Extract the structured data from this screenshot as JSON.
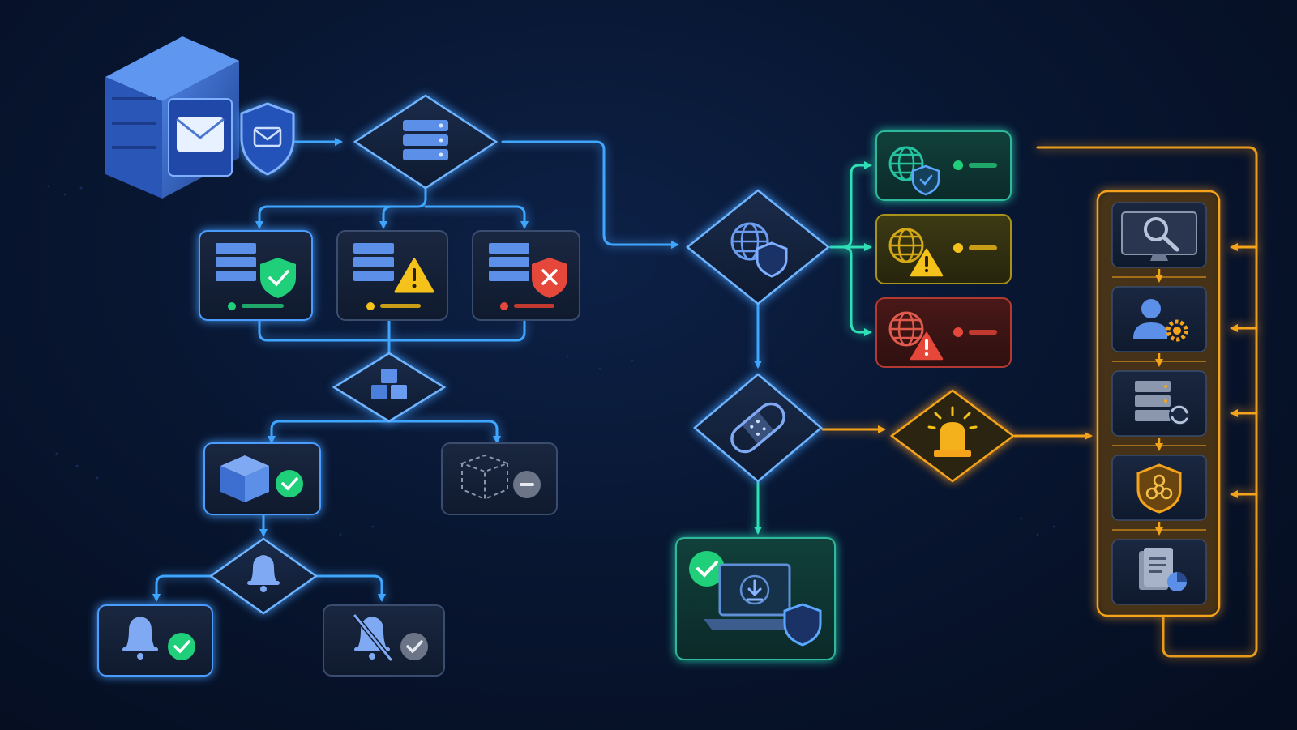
{
  "colors": {
    "background": "#081631",
    "flow_blue": "#3ea6ff",
    "flow_teal": "#2fe0b6",
    "flow_orange": "#f5a31a",
    "status_ok": "#1fcf7a",
    "status_warn": "#f4c21b",
    "status_error": "#e5483b",
    "status_neutral": "#6b7587",
    "icon_blue": "#5b8fe8"
  },
  "nodes": [
    {
      "id": "mail-server",
      "icon": "mail-server-icon"
    },
    {
      "id": "server-decision",
      "icon": "server-stack-icon"
    },
    {
      "id": "server-ok",
      "icon": "server-shield-check-icon",
      "status": "ok"
    },
    {
      "id": "server-warning",
      "icon": "server-warning-icon",
      "status": "warning"
    },
    {
      "id": "server-error",
      "icon": "server-shield-x-icon",
      "status": "error"
    },
    {
      "id": "package-decision",
      "icon": "cubes-icon"
    },
    {
      "id": "package-ok",
      "icon": "package-check-icon",
      "status": "ok"
    },
    {
      "id": "package-missing",
      "icon": "dashed-box-icon",
      "status": "neutral"
    },
    {
      "id": "notification-decision",
      "icon": "bell-icon"
    },
    {
      "id": "notification-on",
      "icon": "bell-check-icon",
      "status": "ok"
    },
    {
      "id": "notification-muted",
      "icon": "bell-muted-icon",
      "status": "neutral"
    },
    {
      "id": "web-decision",
      "icon": "globe-shield-icon"
    },
    {
      "id": "web-ok",
      "icon": "globe-shield-icon",
      "status": "ok"
    },
    {
      "id": "web-warning",
      "icon": "globe-warning-icon",
      "status": "warning"
    },
    {
      "id": "web-error",
      "icon": "globe-alert-icon",
      "status": "error"
    },
    {
      "id": "patch-decision",
      "icon": "bandage-icon"
    },
    {
      "id": "patch-installed",
      "icon": "laptop-download-shield-icon",
      "status": "ok"
    },
    {
      "id": "alert-decision",
      "icon": "siren-icon"
    },
    {
      "id": "response-stack",
      "steps": [
        {
          "id": "investigate",
          "icon": "monitor-search-icon"
        },
        {
          "id": "user-config",
          "icon": "user-gear-icon"
        },
        {
          "id": "server-restore",
          "icon": "server-refresh-icon"
        },
        {
          "id": "threat-contain",
          "icon": "shield-biohazard-icon"
        },
        {
          "id": "report",
          "icon": "document-chart-icon"
        }
      ]
    }
  ]
}
